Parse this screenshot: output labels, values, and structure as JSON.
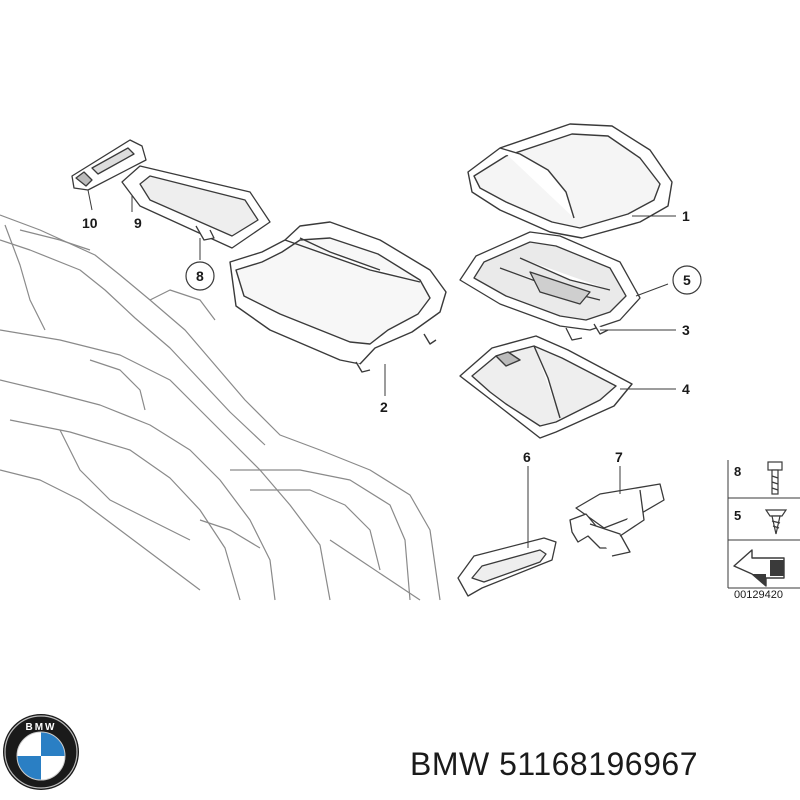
{
  "callouts": {
    "c1": "1",
    "c2": "2",
    "c3": "3",
    "c4": "4",
    "c5": "5",
    "c6": "6",
    "c7": "7",
    "c8": "8",
    "c9": "9",
    "c10": "10"
  },
  "legend": {
    "item_bolt": "8",
    "item_screw": "5",
    "code": "00129420"
  },
  "brand": {
    "logo_letters": "BMW",
    "part_label": "BMW 51168196967"
  },
  "colors": {
    "line": "#3a3a3a",
    "light_line": "#8a8a8a",
    "logo_blue": "#2a7fc4",
    "logo_ring": "#1a1a1a"
  }
}
